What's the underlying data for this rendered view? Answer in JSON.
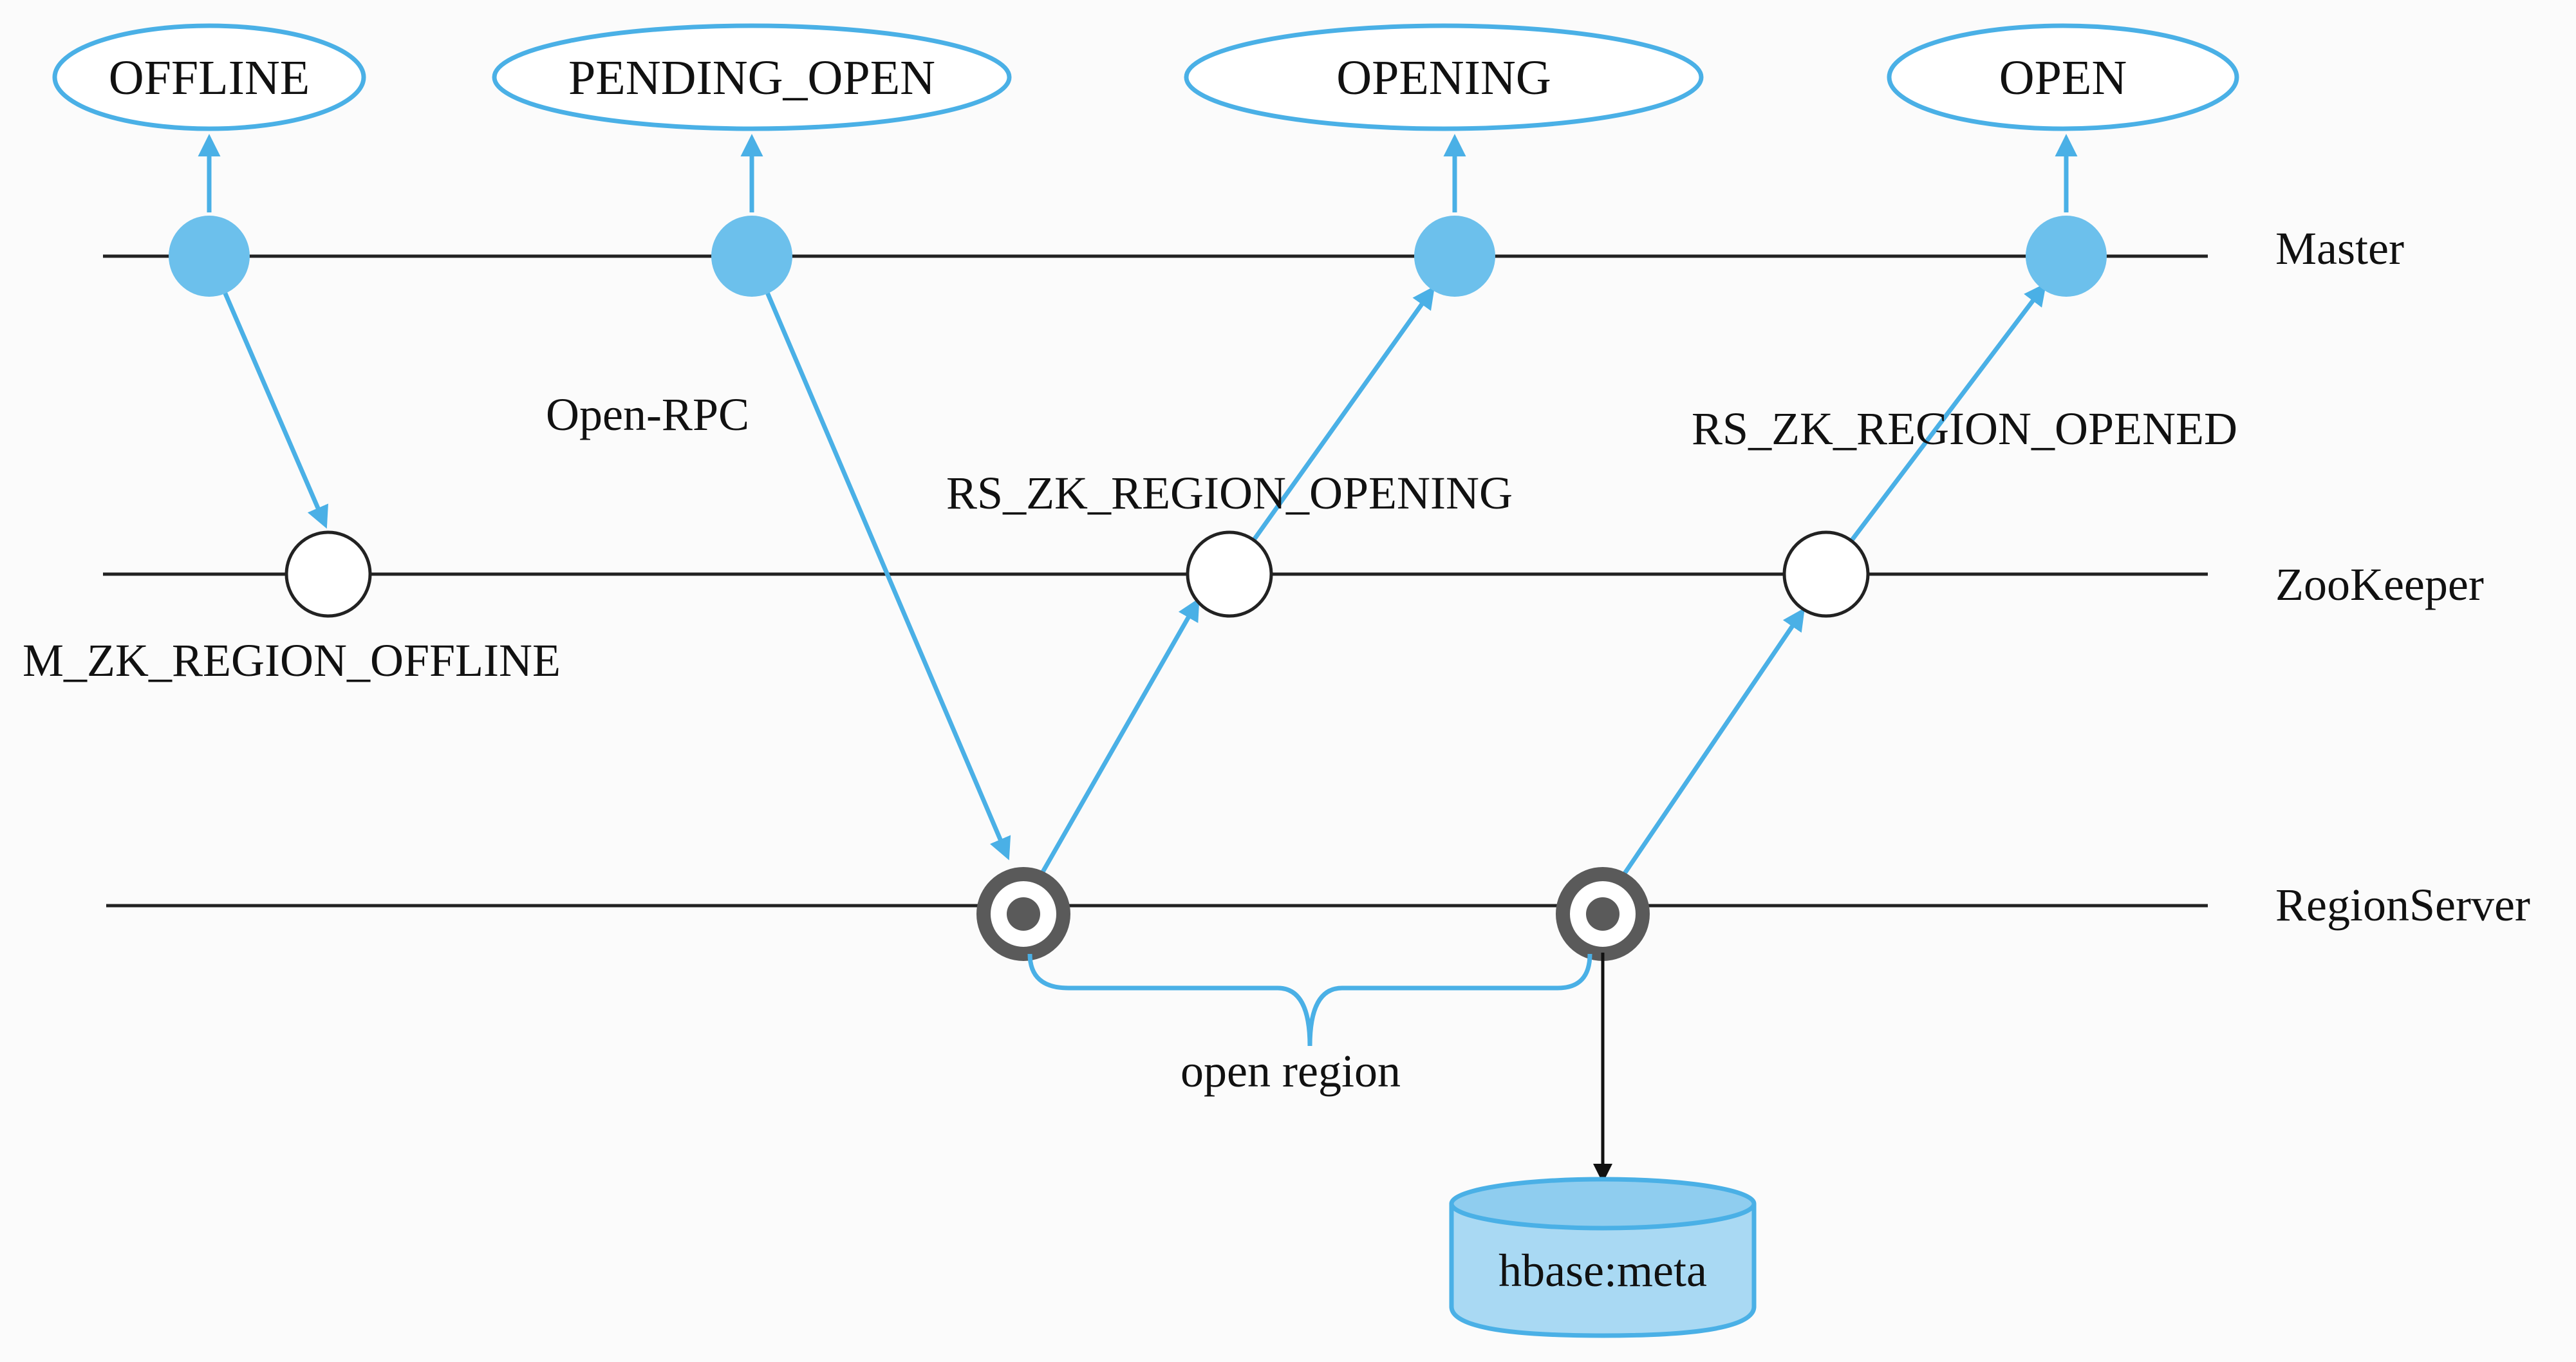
{
  "states": [
    "OFFLINE",
    "PENDING_OPEN",
    "OPENING",
    "OPEN"
  ],
  "lanes": [
    "Master",
    "ZooKeeper",
    "RegionServer"
  ],
  "events": {
    "open_rpc": "Open-RPC",
    "zk_offline": "M_ZK_REGION_OFFLINE",
    "zk_opening": "RS_ZK_REGION_OPENING",
    "zk_opened": "RS_ZK_REGION_OPENED"
  },
  "brace_label": "open region",
  "database_label": "hbase:meta",
  "colors": {
    "accent": "#4ab0e6",
    "dot_fill": "#6cc0ec",
    "db_fill": "#a9d9f3"
  }
}
